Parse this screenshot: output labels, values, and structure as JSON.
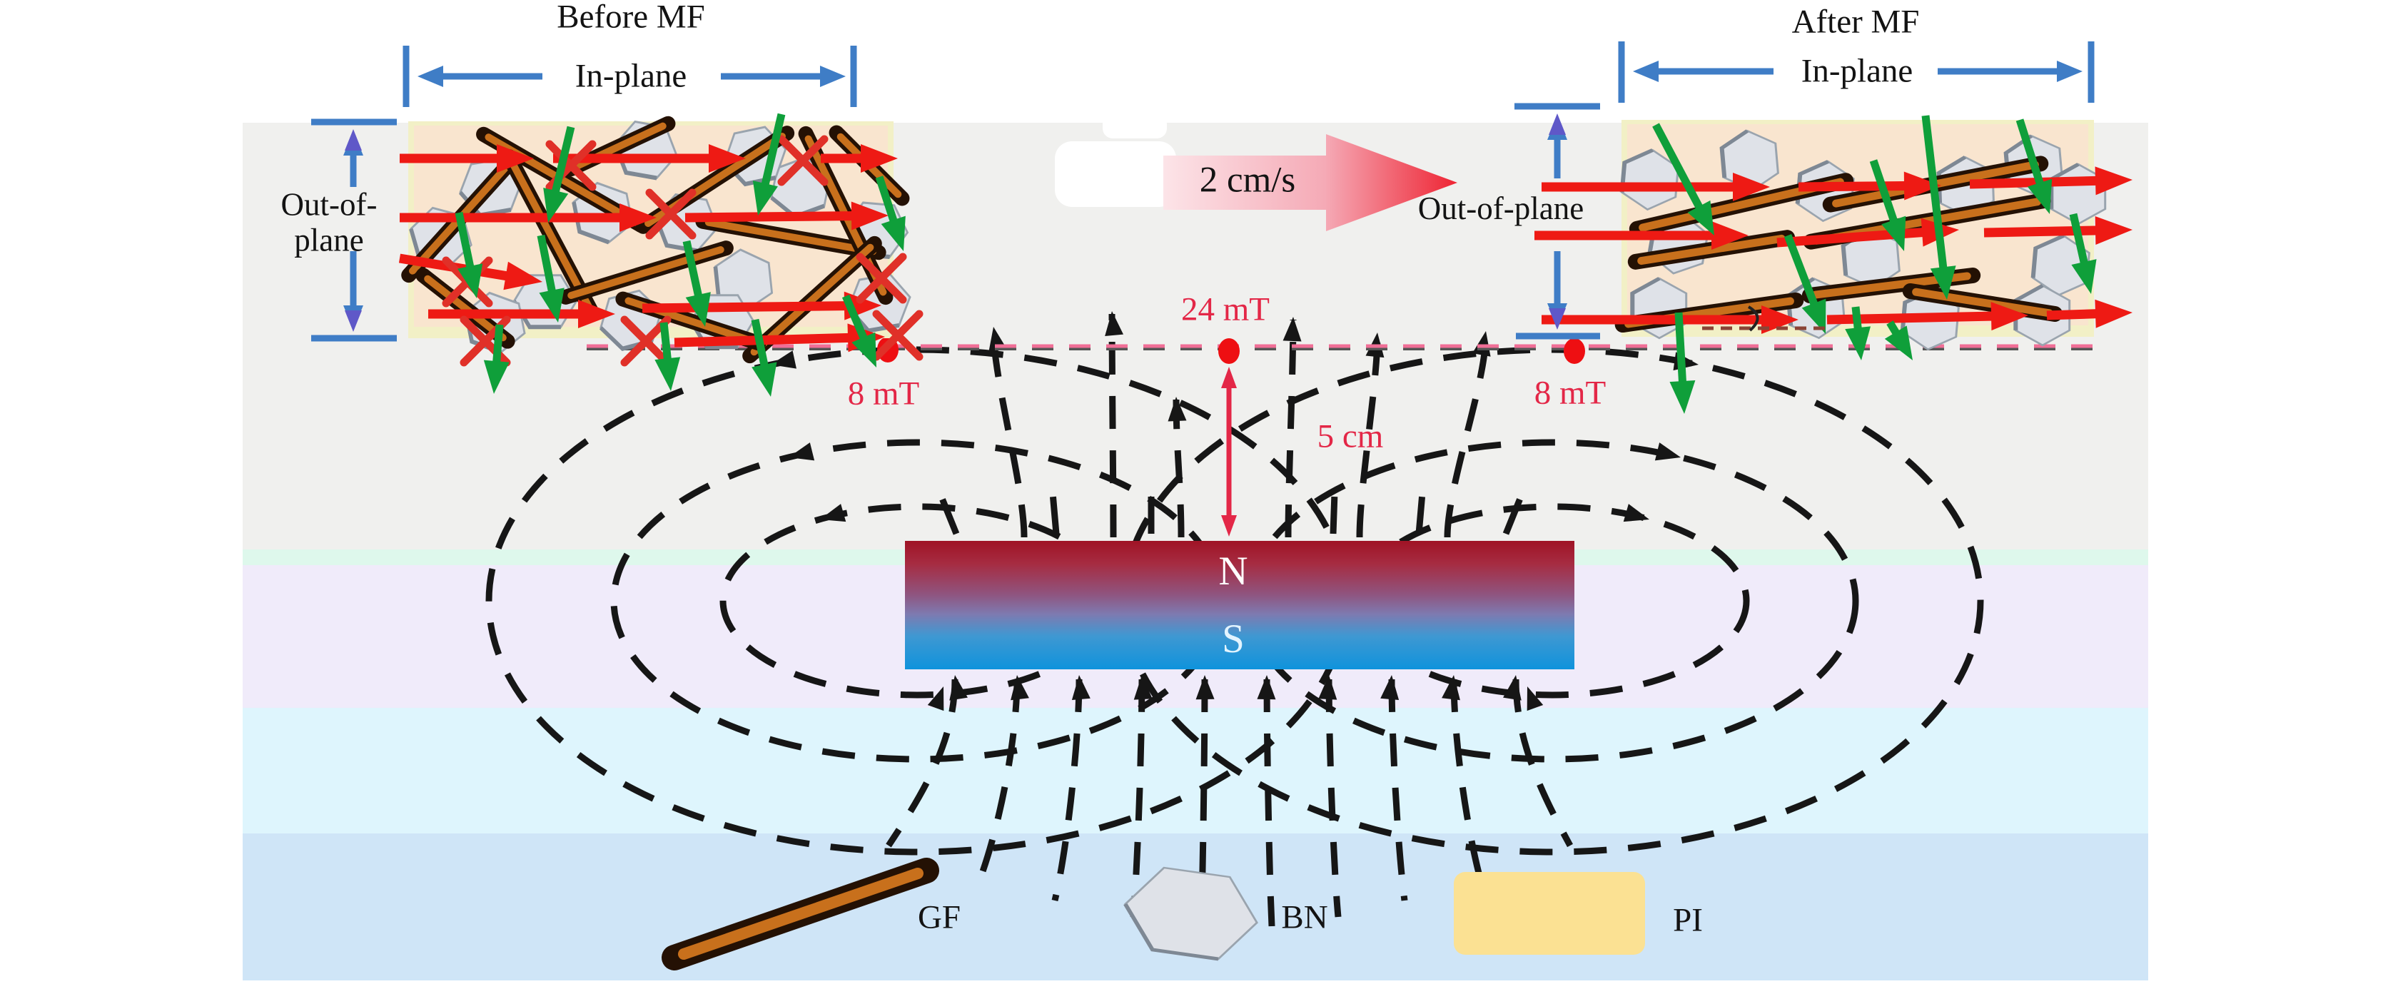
{
  "titles": {
    "before": "Before MF",
    "after": "After MF"
  },
  "dimension_labels": {
    "in_plane_left": "In-plane",
    "in_plane_right": "In-plane",
    "out_of_plane_left_line1": "Out-of-",
    "out_of_plane_left_line2": "plane",
    "out_of_plane_right": "Out-of-plane"
  },
  "measurements": {
    "speed": "2 cm/s",
    "field_center": "24 mT",
    "field_left": "8 mT",
    "field_right": "8 mT",
    "distance": "5 cm"
  },
  "magnet": {
    "north": "N",
    "south": "S"
  },
  "legend": {
    "gf": "GF",
    "bn": "BN",
    "pi": "PI"
  },
  "icons": {
    "gf": "gf-flake-icon",
    "bn": "bn-hexagon-icon",
    "pi": "pi-matrix-icon",
    "field_line": "magnetic-field-line",
    "speed_arrow": "speed-gradient-arrow-icon"
  },
  "colors": {
    "page_bg": "#ffffff",
    "panel_gray": "#f0f0ee",
    "band_mint": "#def8ec",
    "band_lavender": "#f0ebfa",
    "band_cyan": "#def5fd",
    "band_blue": "#cfe5f7",
    "inset_bg": "#f9e5cf",
    "inset_border": "#f2f0c6",
    "field_line": "#161616",
    "red_arrow": "#ee1a14",
    "red_dot": "#ee0f12",
    "crimson_label": "#e32747",
    "green_arrow": "#0f9f3a",
    "blue_dim": "#3f7dc6",
    "blue_dim_head": "#5f58c8",
    "magnet_top": "#a01325",
    "magnet_bottom": "#0f93dc",
    "gf_core": "#c8701c",
    "gf_edge": "#241104",
    "bn_fill": "#dfe2e8",
    "bn_edge": "#9aa4ae",
    "pi_fill": "#fbe193",
    "speed_arrow_from": "#fce4e8",
    "speed_arrow_to": "#ee2433",
    "dash_pink": "#f06e96",
    "dash_gray": "#555555"
  }
}
